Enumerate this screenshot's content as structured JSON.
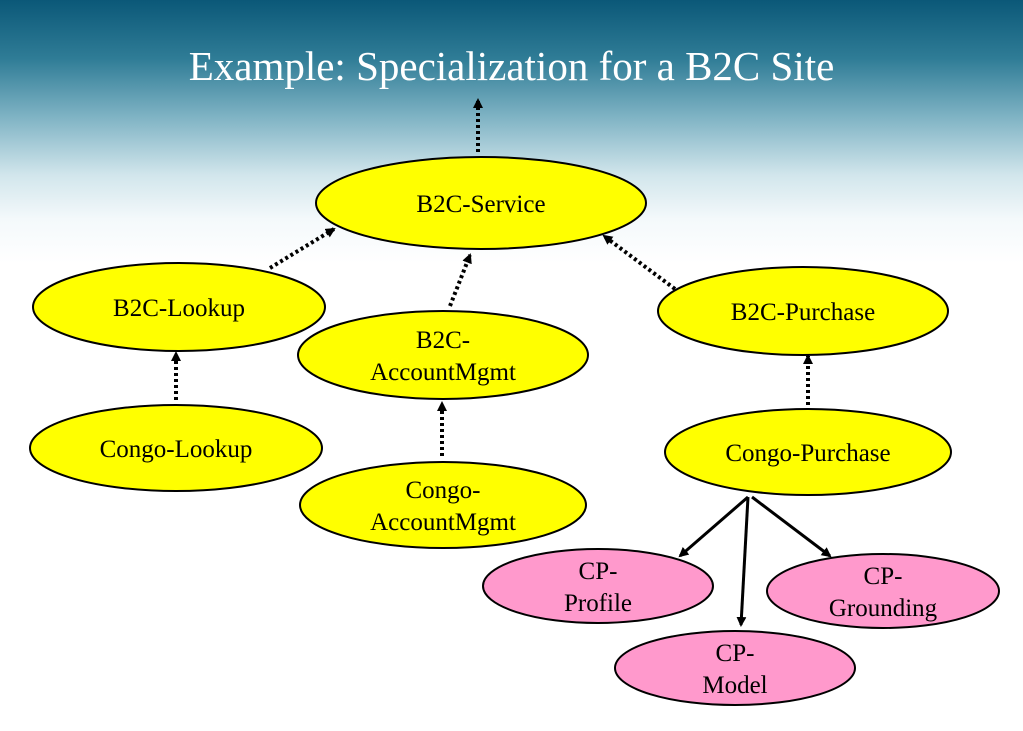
{
  "title": "Example: Specialization for a B2C Site",
  "colors": {
    "service_fill": "#ffff00",
    "component_fill": "#ff99cc",
    "stroke": "#000000",
    "title_text": "#ffffff"
  },
  "nodes": [
    {
      "id": "b2c-service",
      "lines": [
        "B2C-Service"
      ],
      "kind": "service"
    },
    {
      "id": "b2c-lookup",
      "lines": [
        "B2C-Lookup"
      ],
      "kind": "service"
    },
    {
      "id": "b2c-accountmgmt",
      "lines": [
        "B2C-",
        "AccountMgmt"
      ],
      "kind": "service"
    },
    {
      "id": "b2c-purchase",
      "lines": [
        "B2C-Purchase"
      ],
      "kind": "service"
    },
    {
      "id": "congo-lookup",
      "lines": [
        "Congo-Lookup"
      ],
      "kind": "service"
    },
    {
      "id": "congo-accountmgmt",
      "lines": [
        "Congo-",
        "AccountMgmt"
      ],
      "kind": "service"
    },
    {
      "id": "congo-purchase",
      "lines": [
        "Congo-Purchase"
      ],
      "kind": "service"
    },
    {
      "id": "cp-profile",
      "lines": [
        "CP-",
        "Profile"
      ],
      "kind": "component"
    },
    {
      "id": "cp-model",
      "lines": [
        "CP-",
        "Model"
      ],
      "kind": "component"
    },
    {
      "id": "cp-grounding",
      "lines": [
        "CP-",
        "Grounding"
      ],
      "kind": "component"
    }
  ],
  "edges": [
    {
      "from": "b2c-service",
      "to": "",
      "style": "dotted"
    },
    {
      "from": "b2c-lookup",
      "to": "b2c-service",
      "style": "dotted"
    },
    {
      "from": "b2c-accountmgmt",
      "to": "b2c-service",
      "style": "dotted"
    },
    {
      "from": "b2c-purchase",
      "to": "b2c-service",
      "style": "dotted"
    },
    {
      "from": "congo-lookup",
      "to": "b2c-lookup",
      "style": "dotted"
    },
    {
      "from": "congo-accountmgmt",
      "to": "b2c-accountmgmt",
      "style": "dotted"
    },
    {
      "from": "congo-purchase",
      "to": "b2c-purchase",
      "style": "dotted"
    },
    {
      "from": "congo-purchase",
      "to": "cp-profile",
      "style": "solid"
    },
    {
      "from": "congo-purchase",
      "to": "cp-model",
      "style": "solid"
    },
    {
      "from": "congo-purchase",
      "to": "cp-grounding",
      "style": "solid"
    }
  ]
}
